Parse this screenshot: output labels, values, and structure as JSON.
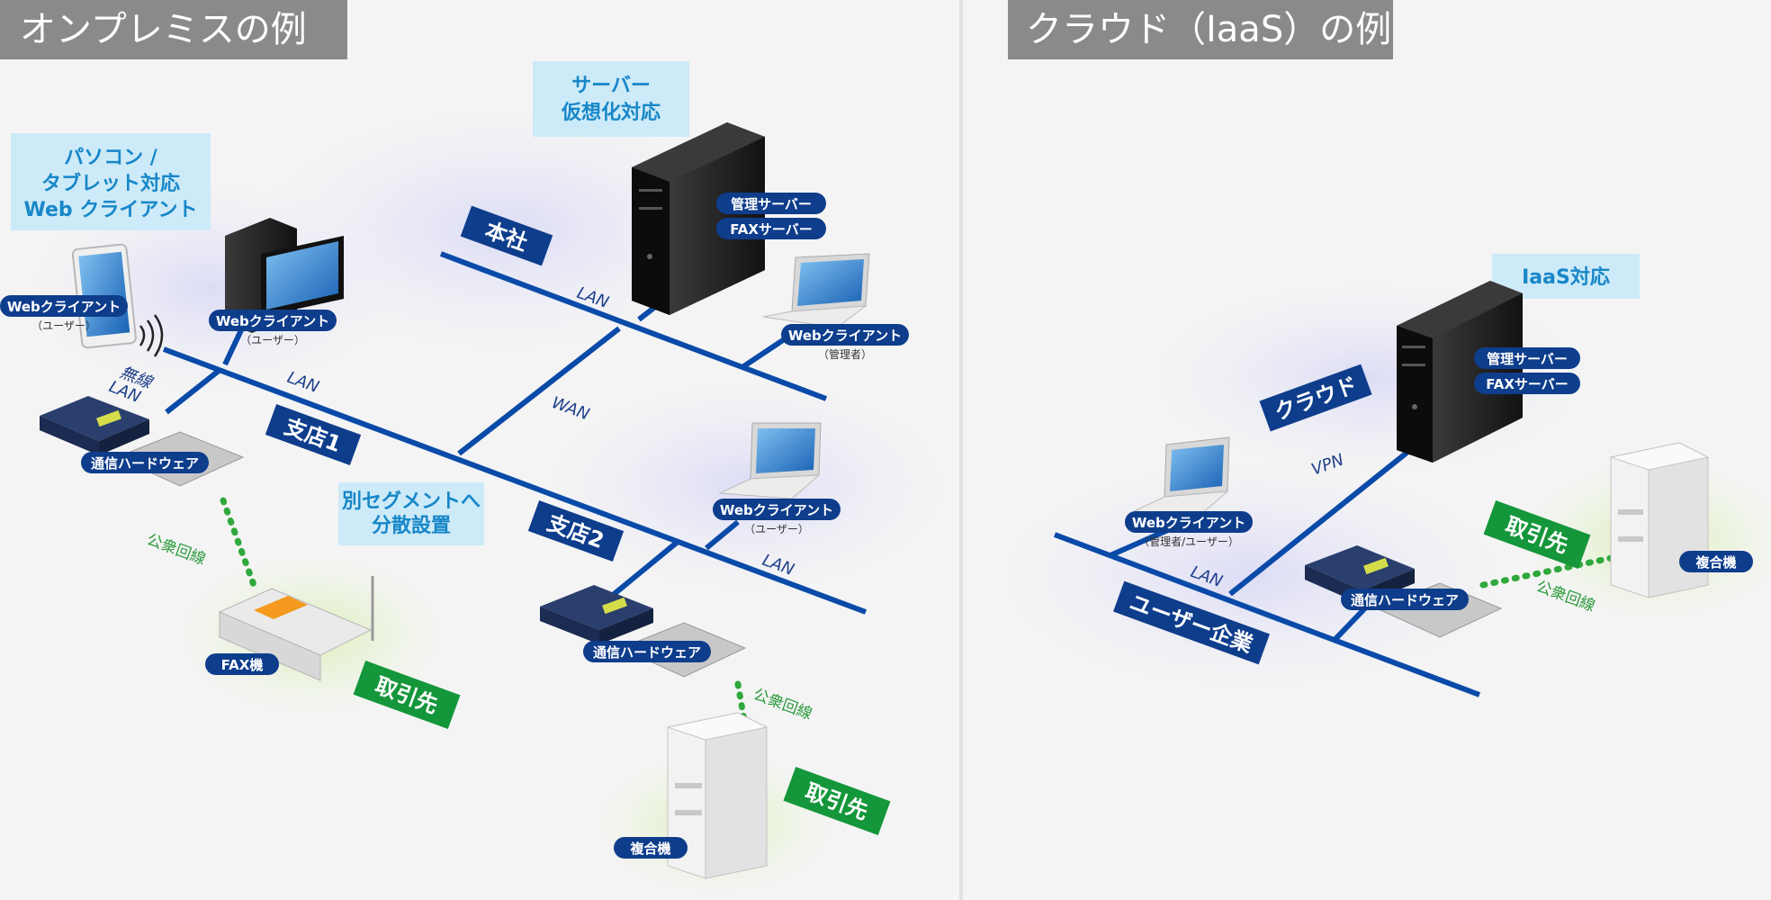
{
  "onprem": {
    "title": "オンプレミスの例",
    "callouts": {
      "pc_tablet": [
        "パソコン /",
        "タブレット対応",
        "Web クライアント"
      ],
      "server_virtual": [
        "サーバー",
        "仮想化対応"
      ],
      "segment": [
        "別セグメントへ",
        "分散設置"
      ]
    },
    "locations": {
      "hq": "本社",
      "branch1": "支店1",
      "branch2": "支店2"
    },
    "labels": {
      "web_client": "Webクライアント",
      "user_sub": "（ユーザー）",
      "admin_sub": "（管理者）",
      "mgmt_server": "管理サーバー",
      "fax_server": "FAXサーバー",
      "comm_hw": "通信ハードウェア",
      "fax_machine": "FAX機",
      "mfp": "複合機",
      "partner": "取引先",
      "wireless_lan": [
        "無線",
        "LAN"
      ],
      "lan": "LAN",
      "wan": "WAN",
      "public_line": "公衆回線"
    }
  },
  "cloud": {
    "title": "クラウド（IaaS）の例",
    "callout": "IaaS対応",
    "locations": {
      "cloud": "クラウド",
      "user_company": "ユーザー企業"
    },
    "labels": {
      "mgmt_server": "管理サーバー",
      "fax_server": "FAXサーバー",
      "web_client": "Webクライアント",
      "admin_user_sub": "（管理者/ユーザー）",
      "comm_hw": "通信ハードウェア",
      "mfp": "複合機",
      "partner": "取引先",
      "lan": "LAN",
      "vpn": "VPN",
      "public_line": "公衆回線"
    }
  },
  "colors": {
    "network_blue": "#0a4aa8",
    "pill_navy": "#0e3d8c",
    "callout_bg": "#cdeaf8",
    "callout_text": "#1787c8",
    "partner_green": "#14963a",
    "public_dot_green": "#2fa83c",
    "title_bg": "#8a8a8a"
  }
}
